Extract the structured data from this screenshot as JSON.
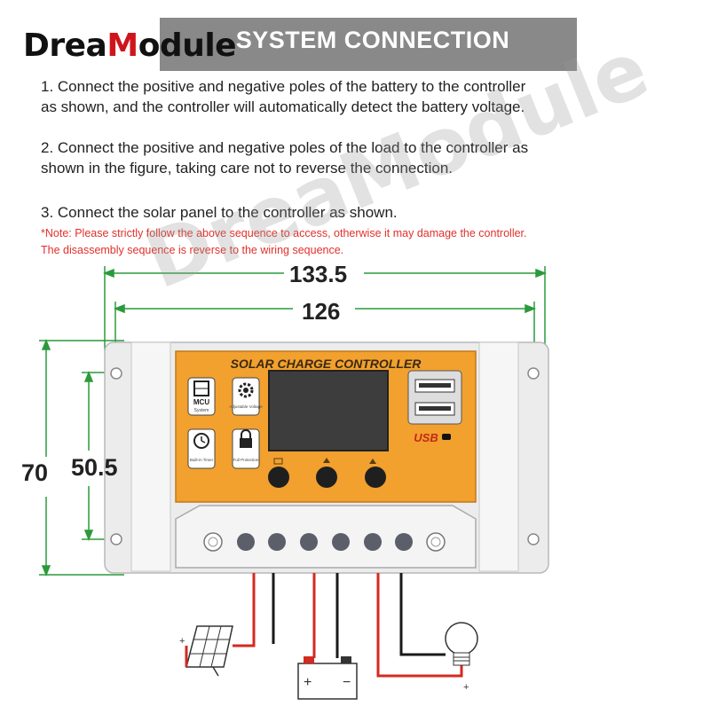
{
  "brand": {
    "prefix": "Drea",
    "m": "M",
    "suffix": "odule"
  },
  "header": {
    "title": "SYSTEM CONNECTION"
  },
  "instructions": [
    {
      "line1": "1. Connect the positive and negative poles of the battery to the controller",
      "line2": "as shown, and the controller will automatically detect the battery voltage."
    },
    {
      "line1": "2. Connect the positive and negative poles of the load to the controller as",
      "line2": "shown in the figure, taking care not to reverse the connection."
    },
    {
      "line1": "3. Connect the solar panel to the controller as shown.",
      "line2": ""
    }
  ],
  "note": {
    "line1": "*Note: Please strictly follow the above sequence to access, otherwise it may damage the controller.",
    "line2": "The disassembly sequence is reverse to the wiring sequence."
  },
  "dimensions": {
    "outer_width": "133.5",
    "inner_width": "126",
    "outer_height": "70",
    "inner_height": "50.5"
  },
  "controller": {
    "panel_title": "SOLAR CHARGE CONTROLLER",
    "features": [
      {
        "icon": "chip-icon",
        "label": "MCU",
        "sublabel": "System"
      },
      {
        "icon": "gear-icon",
        "label": "",
        "sublabel": "Adjustable Voltage"
      },
      {
        "icon": "clock-icon",
        "label": "",
        "sublabel": "Built-in Timer"
      },
      {
        "icon": "lock-icon",
        "label": "",
        "sublabel": "Full Protection"
      }
    ],
    "usb_label": "USB",
    "colors": {
      "panel": "#f2a02e",
      "housing": "#ebebeb",
      "lcd": "#3d3d3d",
      "wire_red": "#d42a20",
      "wire_black": "#1a1a1a"
    }
  },
  "watermark": "DreaModule"
}
